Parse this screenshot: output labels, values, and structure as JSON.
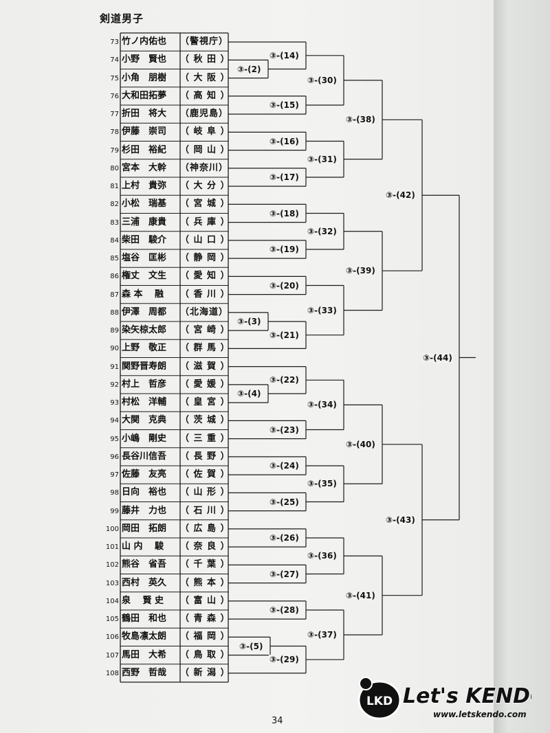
{
  "title": "剣道男子",
  "page_number": "34",
  "logo_text": "Let's KENDO!",
  "logo_badge": "LKD",
  "logo_url": "www.letskendo.com",
  "players": [
    {
      "no": "73",
      "name": "竹ノ内佑也",
      "pref": "（警視庁）"
    },
    {
      "no": "74",
      "name": "小野　賢也",
      "pref": "（ 秋 田 ）"
    },
    {
      "no": "75",
      "name": "小角　朋樹",
      "pref": "（ 大 阪 ）"
    },
    {
      "no": "76",
      "name": "大和田拓夢",
      "pref": "（ 高 知 ）"
    },
    {
      "no": "77",
      "name": "折田　将大",
      "pref": "（鹿児島）"
    },
    {
      "no": "78",
      "name": "伊藤　崇司",
      "pref": "（ 岐 阜 ）"
    },
    {
      "no": "79",
      "name": "杉田　裕紀",
      "pref": "（ 岡 山 ）"
    },
    {
      "no": "80",
      "name": "宮本　大幹",
      "pref": "（神奈川）"
    },
    {
      "no": "81",
      "name": "上村　貴弥",
      "pref": "（ 大 分 ）"
    },
    {
      "no": "82",
      "name": "小松　瑞基",
      "pref": "（ 宮 城 ）"
    },
    {
      "no": "83",
      "name": "三浦　康貴",
      "pref": "（ 兵 庫 ）"
    },
    {
      "no": "84",
      "name": "柴田　駿介",
      "pref": "（ 山 口 ）"
    },
    {
      "no": "85",
      "name": "塩谷　匡彬",
      "pref": "（ 静 岡 ）"
    },
    {
      "no": "86",
      "name": "権丈　文生",
      "pref": "（ 愛 知 ）"
    },
    {
      "no": "87",
      "name": "森 本　 融",
      "pref": "（ 香 川 ）"
    },
    {
      "no": "88",
      "name": "伊澤　周都",
      "pref": "（北海道）"
    },
    {
      "no": "89",
      "name": "染矢椋太郎",
      "pref": "（ 宮 崎 ）"
    },
    {
      "no": "90",
      "name": "上野　敬正",
      "pref": "（ 群 馬 ）"
    },
    {
      "no": "91",
      "name": "関野晋寿朗",
      "pref": "（ 滋 賀 ）"
    },
    {
      "no": "92",
      "name": "村上　哲彦",
      "pref": "（ 愛 媛 ）"
    },
    {
      "no": "93",
      "name": "村松　洋輔",
      "pref": "（ 皇 宮 ）"
    },
    {
      "no": "94",
      "name": "大関　克典",
      "pref": "（ 茨 城 ）"
    },
    {
      "no": "95",
      "name": "小嶋　剛史",
      "pref": "（ 三 重 ）"
    },
    {
      "no": "96",
      "name": "長谷川信吾",
      "pref": "（ 長 野 ）"
    },
    {
      "no": "97",
      "name": "佐藤　友亮",
      "pref": "（ 佐 賀 ）"
    },
    {
      "no": "98",
      "name": "日向　裕也",
      "pref": "（ 山 形 ）"
    },
    {
      "no": "99",
      "name": "藤井　力也",
      "pref": "（ 石 川 ）"
    },
    {
      "no": "100",
      "name": "岡田　拓朗",
      "pref": "（ 広 島 ）"
    },
    {
      "no": "101",
      "name": "山 内　 駿",
      "pref": "（ 奈 良 ）"
    },
    {
      "no": "102",
      "name": "熊谷　省吾",
      "pref": "（ 千 葉 ）"
    },
    {
      "no": "103",
      "name": "西村　英久",
      "pref": "（ 熊 本 ）"
    },
    {
      "no": "104",
      "name": "泉　 賢 史",
      "pref": "（ 富 山 ）"
    },
    {
      "no": "105",
      "name": "鶴田　和也",
      "pref": "（ 青 森 ）"
    },
    {
      "no": "106",
      "name": "牧島凛太朗",
      "pref": "（ 福 岡 ）"
    },
    {
      "no": "107",
      "name": "馬田　大希",
      "pref": "（ 鳥 取 ）"
    },
    {
      "no": "108",
      "name": "西野　哲哉",
      "pref": "（ 新 潟 ）"
    }
  ],
  "matches": [
    {
      "label": "③-(2)",
      "pair": [
        1,
        2
      ]
    },
    {
      "label": "③-(3)",
      "pair": [
        15,
        16
      ]
    },
    {
      "label": "③-(4)",
      "pair": [
        19,
        20
      ]
    },
    {
      "label": "③-(5)",
      "pair": [
        33,
        34
      ]
    },
    {
      "label": "③-(14)",
      "pair": [
        0,
        "③-(2)"
      ]
    },
    {
      "label": "③-(15)",
      "pair": [
        3,
        4
      ]
    },
    {
      "label": "③-(16)",
      "pair": [
        5,
        6
      ]
    },
    {
      "label": "③-(17)",
      "pair": [
        7,
        8
      ]
    },
    {
      "label": "③-(18)",
      "pair": [
        9,
        10
      ]
    },
    {
      "label": "③-(19)",
      "pair": [
        11,
        12
      ]
    },
    {
      "label": "③-(20)",
      "pair": [
        13,
        14
      ]
    },
    {
      "label": "③-(21)",
      "pair": [
        "③-(3)",
        17
      ]
    },
    {
      "label": "③-(22)",
      "pair": [
        18,
        "③-(4)"
      ]
    },
    {
      "label": "③-(23)",
      "pair": [
        21,
        22
      ]
    },
    {
      "label": "③-(24)",
      "pair": [
        23,
        24
      ]
    },
    {
      "label": "③-(25)",
      "pair": [
        25,
        26
      ]
    },
    {
      "label": "③-(26)",
      "pair": [
        27,
        28
      ]
    },
    {
      "label": "③-(27)",
      "pair": [
        29,
        30
      ]
    },
    {
      "label": "③-(28)",
      "pair": [
        31,
        32
      ]
    },
    {
      "label": "③-(29)",
      "pair": [
        "③-(5)",
        35
      ]
    },
    {
      "label": "③-(30)",
      "pair": [
        "③-(14)",
        "③-(15)"
      ]
    },
    {
      "label": "③-(31)",
      "pair": [
        "③-(16)",
        "③-(17)"
      ]
    },
    {
      "label": "③-(32)",
      "pair": [
        "③-(18)",
        "③-(19)"
      ]
    },
    {
      "label": "③-(33)",
      "pair": [
        "③-(20)",
        "③-(21)"
      ]
    },
    {
      "label": "③-(34)",
      "pair": [
        "③-(22)",
        "③-(23)"
      ]
    },
    {
      "label": "③-(35)",
      "pair": [
        "③-(24)",
        "③-(25)"
      ]
    },
    {
      "label": "③-(36)",
      "pair": [
        "③-(26)",
        "③-(27)"
      ]
    },
    {
      "label": "③-(37)",
      "pair": [
        "③-(28)",
        "③-(29)"
      ]
    },
    {
      "label": "③-(38)",
      "pair": [
        "③-(30)",
        "③-(31)"
      ]
    },
    {
      "label": "③-(39)",
      "pair": [
        "③-(32)",
        "③-(33)"
      ]
    },
    {
      "label": "③-(40)",
      "pair": [
        "③-(34)",
        "③-(35)"
      ]
    },
    {
      "label": "③-(41)",
      "pair": [
        "③-(36)",
        "③-(37)"
      ]
    },
    {
      "label": "③-(42)",
      "pair": [
        "③-(38)",
        "③-(39)"
      ]
    },
    {
      "label": "③-(43)",
      "pair": [
        "③-(40)",
        "③-(41)"
      ]
    },
    {
      "label": "③-(44)",
      "pair": [
        "③-(42)",
        "③-(43)"
      ]
    }
  ]
}
